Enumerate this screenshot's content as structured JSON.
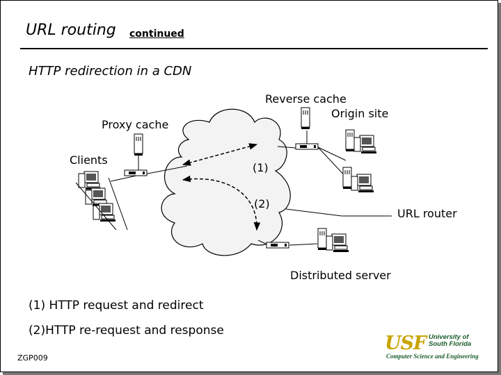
{
  "slide": {
    "title": "URL routing",
    "subtitle": "continued",
    "heading": "HTTP redirection in a CDN",
    "footer": "ZGP009"
  },
  "diagram": {
    "labels": {
      "reverse_cache": "Reverse cache",
      "origin_site": "Origin site",
      "proxy_cache": "Proxy cache",
      "clients": "Clients",
      "step1": "(1)",
      "step2": "(2)",
      "url_router": "URL router",
      "distributed_server": "Distributed server"
    },
    "icons": [
      "computer-icon",
      "server-tower-icon",
      "network-hub-icon",
      "cloud-network-icon"
    ]
  },
  "legend": {
    "item1": "(1)  HTTP request and redirect",
    "item2": "(2)HTTP re-request and response"
  },
  "logo": {
    "mark": "USF",
    "name": "University of\nSouth Florida",
    "dept": "Computer Science and Engineering",
    "colors": {
      "gold": "#c8a400",
      "green": "#1a5c2a"
    }
  }
}
